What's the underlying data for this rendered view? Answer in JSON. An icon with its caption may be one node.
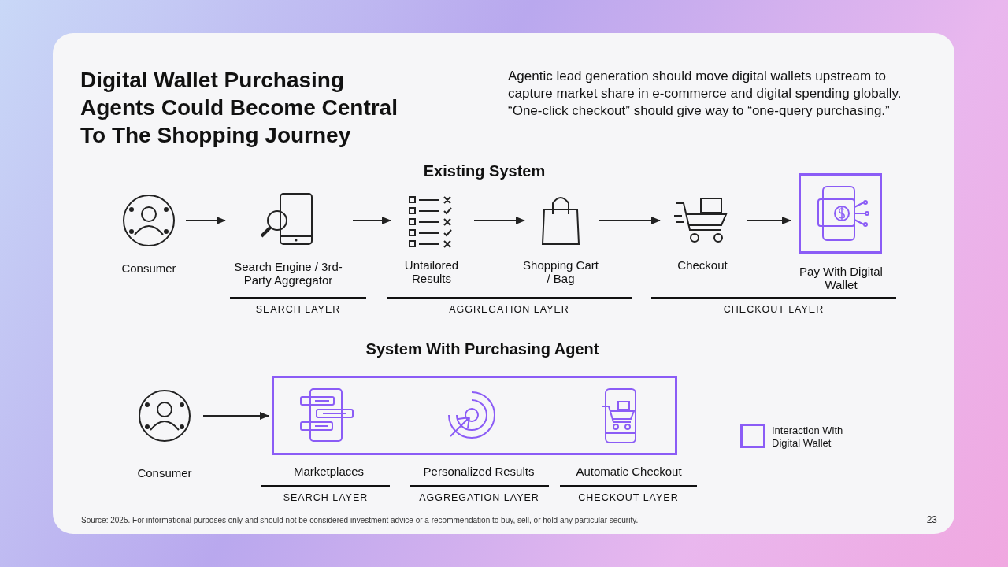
{
  "diagram": {
    "title": "Digital Wallet Purchasing Agents Could Become Central To The Shopping Journey",
    "nodes": [
      {
        "text": [
          "Consumer"
        ]
      },
      {
        "text": [
          "Search Engine / 3rd-Party Aggregator"
        ]
      },
      {
        "text": [
          "Untailored Results"
        ]
      },
      {
        "text": [
          "Shopping Cart / Bag"
        ]
      },
      {
        "text": [
          "Checkout"
        ]
      },
      {
        "text": [
          "Pay With Digital Wallet"
        ]
      },
      {
        "text": [
          "Consumer"
        ]
      },
      {
        "text": [],
        "shape": "box"
      },
      {
        "text": [
          "Marketplaces"
        ]
      },
      {
        "text": [
          "Personalized Results"
        ]
      },
      {
        "text": [
          "Automatic Checkout"
        ]
      }
    ],
    "edges": [
      {
        "from": 0,
        "to": 1,
        "arrow": "to"
      },
      {
        "from": 1,
        "to": 2,
        "arrow": "to"
      },
      {
        "from": 2,
        "to": 3,
        "arrow": "to"
      },
      {
        "from": 3,
        "to": 4,
        "arrow": "to"
      },
      {
        "from": 4,
        "to": 5,
        "arrow": "to"
      },
      {
        "from": 6,
        "to": 7,
        "arrow": "to"
      }
    ],
    "labels": [
      "Agentic lead generation should move digital wallets upstream to capture market share in e-commerce and digital spending globally. “One-click checkout” should give way to “one-query purchasing.”",
      "Existing System",
      "SEARCH LAYER",
      "AGGREGATION LAYER",
      "CHECKOUT LAYER",
      "System With Purchasing Agent",
      "SEARCH LAYER",
      "AGGREGATION LAYER",
      "CHECKOUT LAYER",
      "Source: 2025. For informational purposes only and should not be considered investment advice or a recommendation to buy, sell, or hold any particular security.",
      "23"
    ],
    "legend": [
      {
        "text": "Interaction With Digital Wallet"
      }
    ]
  }
}
